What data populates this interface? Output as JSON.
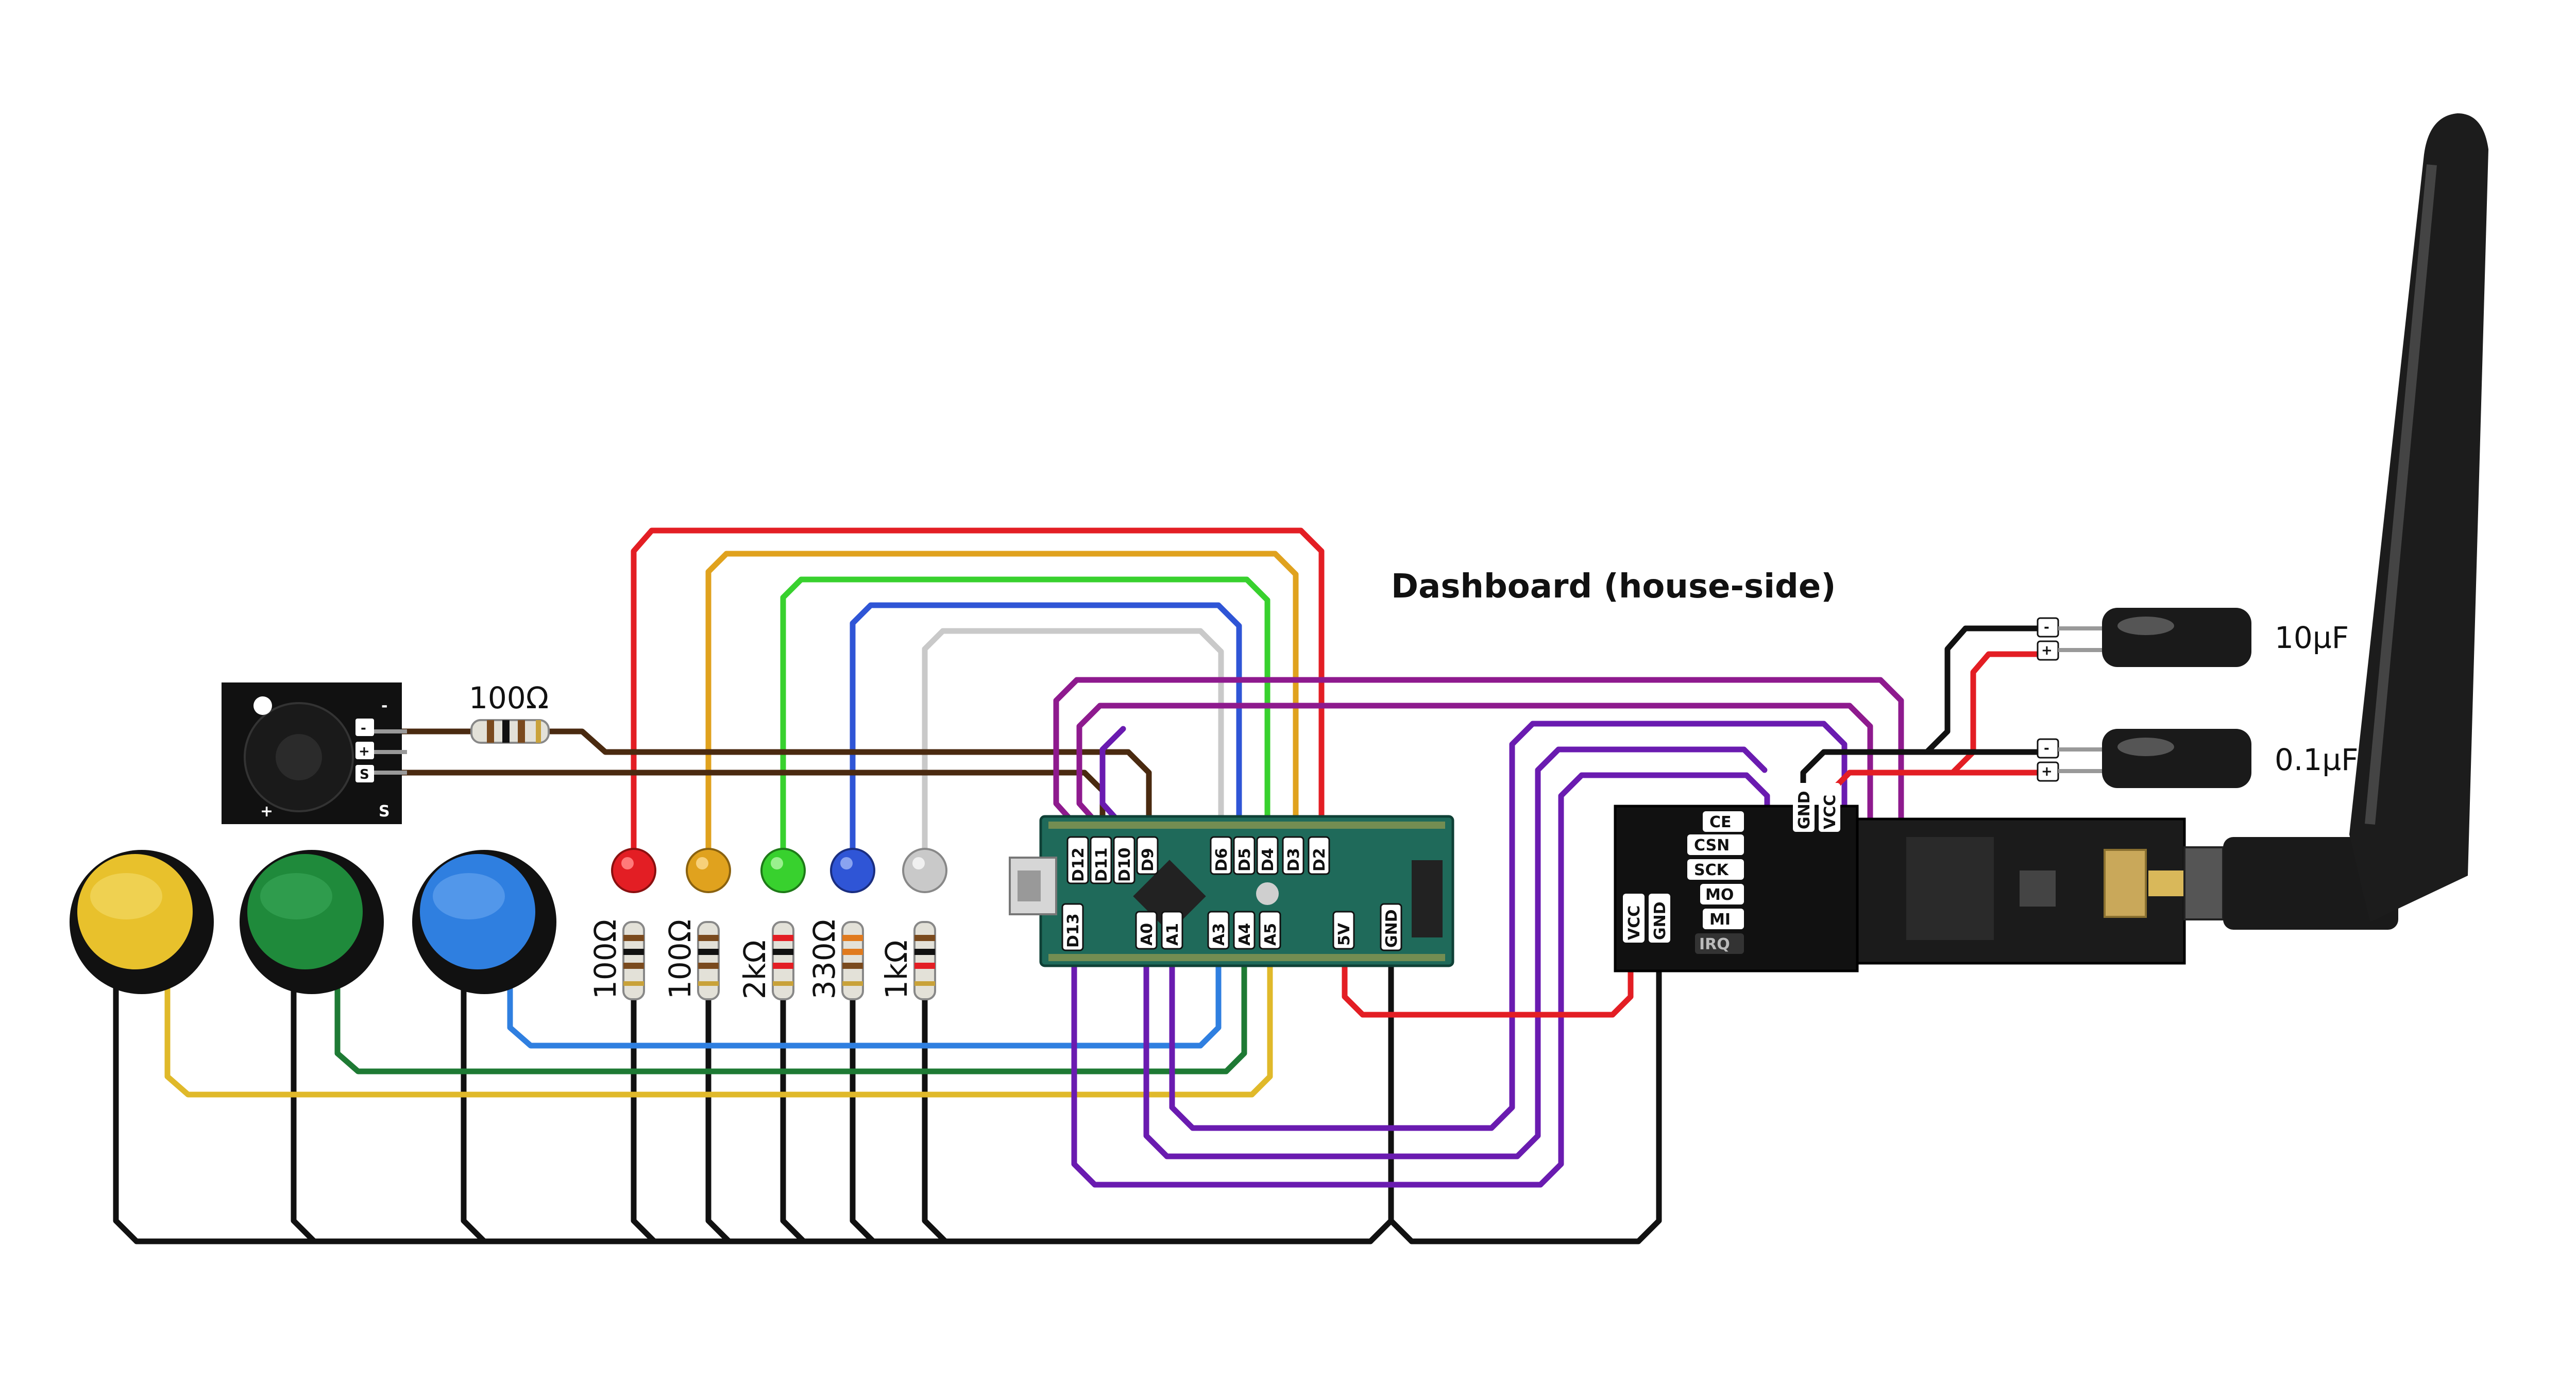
{
  "title": "Dashboard (house-side)",
  "buzzer_module": {
    "pin_minus": "-",
    "pin_plus": "+",
    "pin_signal": "S",
    "corner_minus": "-",
    "corner_plus": "+",
    "corner_s": "S"
  },
  "buzzer_resistor_label": "100Ω",
  "push_buttons": [
    {
      "color": "yellow",
      "hex": "#e8c12c"
    },
    {
      "color": "green",
      "hex": "#1f8a3b"
    },
    {
      "color": "blue",
      "hex": "#2f7fe0"
    }
  ],
  "leds": [
    {
      "color": "red",
      "hex": "#e31e24",
      "resistor": "100Ω"
    },
    {
      "color": "orange",
      "hex": "#e0a21e",
      "resistor": "100Ω"
    },
    {
      "color": "green",
      "hex": "#38d12e",
      "resistor": "2kΩ"
    },
    {
      "color": "blue",
      "hex": "#2f55d6",
      "resistor": "330Ω"
    },
    {
      "color": "white",
      "hex": "#c9c9c9",
      "resistor": "1kΩ"
    }
  ],
  "arduino": {
    "top_pins": [
      "D12",
      "D11",
      "D10",
      "D9",
      "D6",
      "D5",
      "D4",
      "D3",
      "D2"
    ],
    "bottom_pins": [
      "D13",
      "A0",
      "A1",
      "A3",
      "A4",
      "A5",
      "5V",
      "GND"
    ]
  },
  "nrf_module": {
    "left_pins": [
      "CE",
      "CSN",
      "SCK",
      "MO",
      "MI",
      "IRQ"
    ],
    "bottom_pins": [
      "VCC",
      "GND"
    ],
    "right_pins": [
      "GND",
      "VCC"
    ]
  },
  "capacitors": [
    {
      "label": "10µF",
      "pin_minus": "-",
      "pin_plus": "+"
    },
    {
      "label": "0.1µF",
      "pin_minus": "-",
      "pin_plus": "+"
    }
  ],
  "wire_colors": {
    "red": "#e31e24",
    "orange": "#e0a21e",
    "green": "#38d12e",
    "blue": "#2f55d6",
    "grey": "#c9c9c9",
    "brown": "#4a2a10",
    "black": "#111111",
    "purple": "#6a1bb0",
    "magenta": "#8e1a8e",
    "yellow": "#e0b92a",
    "dark_green": "#1e7a34",
    "sky_blue": "#2f7fe0"
  }
}
